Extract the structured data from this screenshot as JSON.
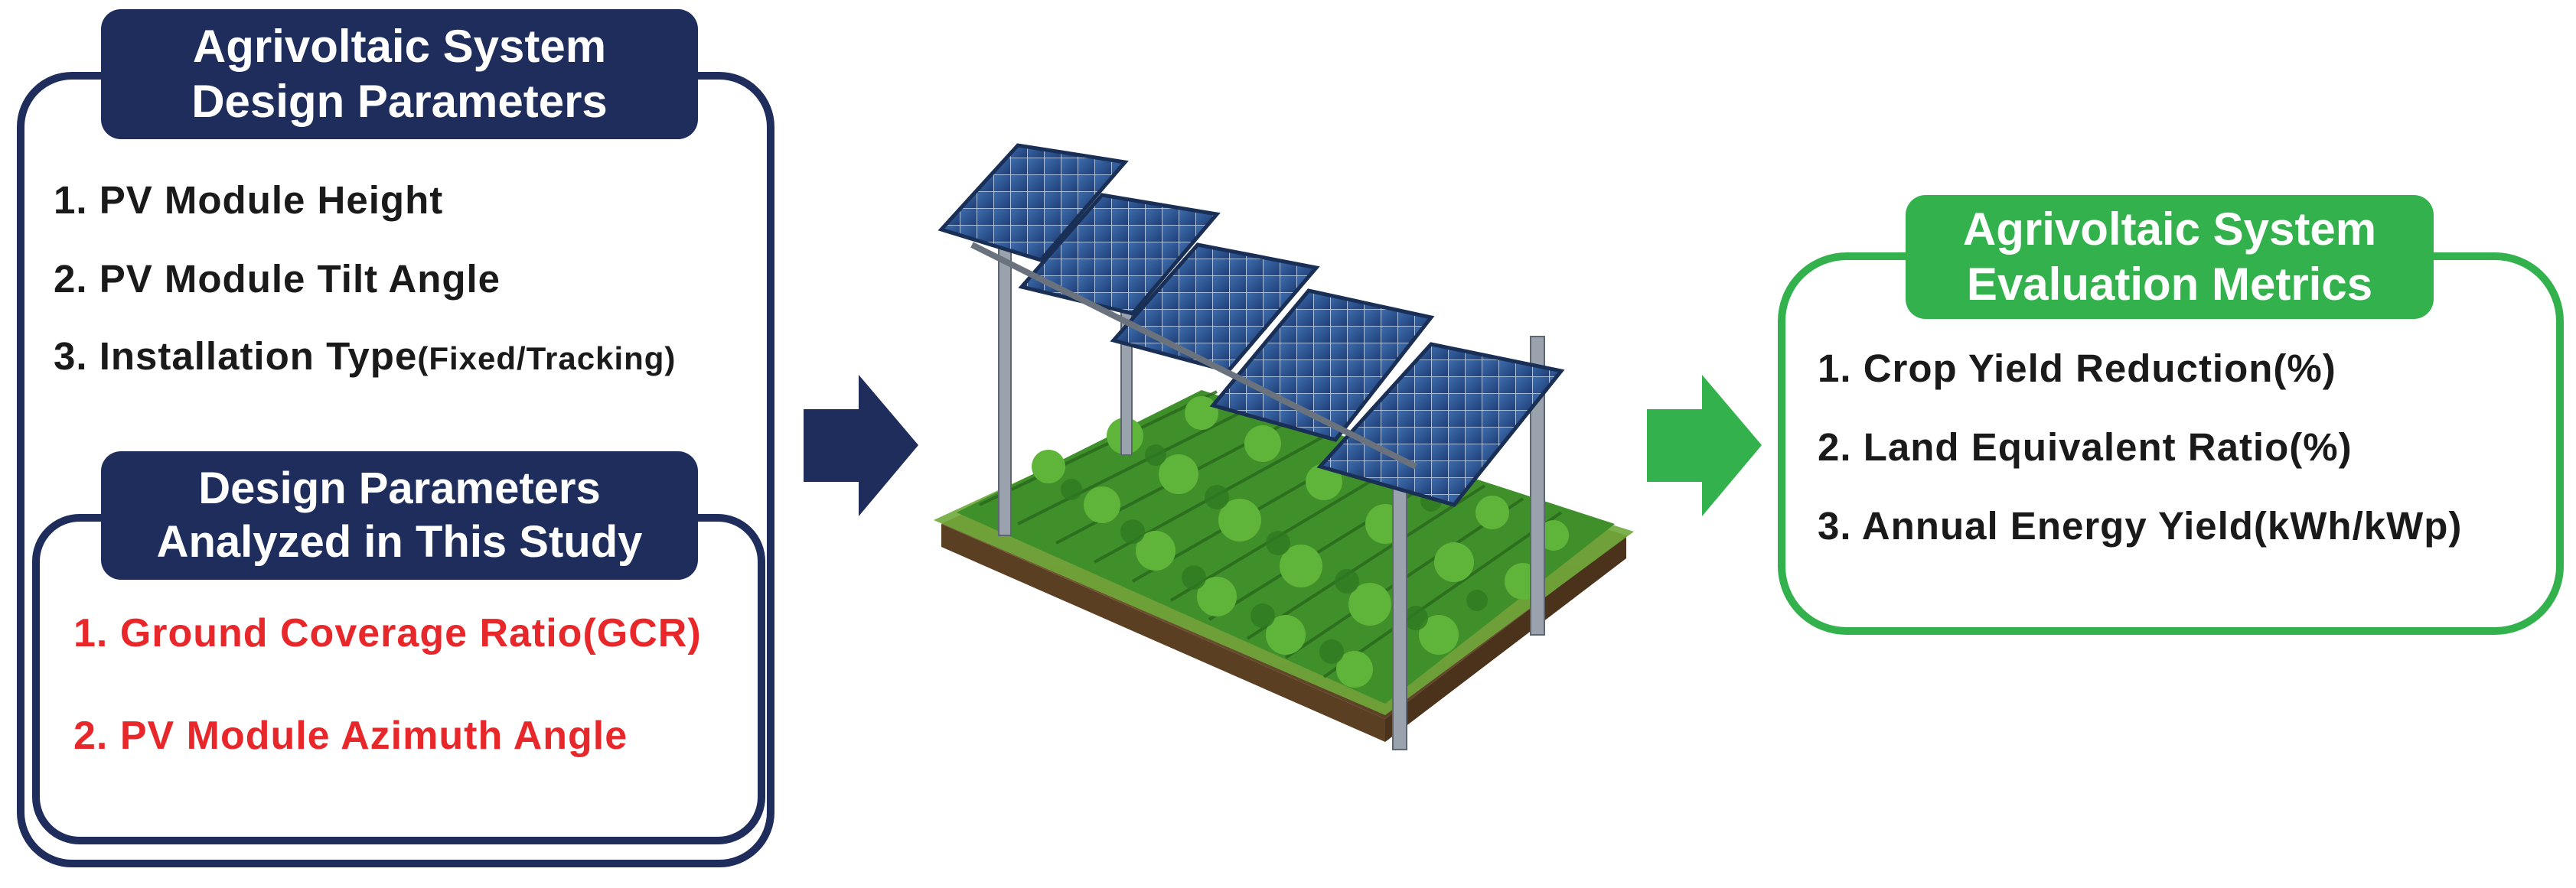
{
  "design_parameters": {
    "title_line1": "Agrivoltaic System",
    "title_line2": "Design Parameters",
    "items": [
      {
        "text": "1. PV Module Height",
        "suffix": ""
      },
      {
        "text": "2. PV Module Tilt Angle",
        "suffix": ""
      },
      {
        "text": "3. Installation Type",
        "suffix": "(Fixed/Tracking)"
      }
    ]
  },
  "study_parameters": {
    "title_line1": "Design Parameters",
    "title_line2": "Analyzed in This Study",
    "items": [
      "1. Ground Coverage Ratio(GCR)",
      "2. PV Module Azimuth Angle"
    ]
  },
  "evaluation_metrics": {
    "title_line1": "Agrivoltaic System",
    "title_line2": "Evaluation Metrics",
    "items": [
      "1. Crop Yield Reduction(%)",
      "2. Land Equivalent Ratio(%)",
      "3. Annual Energy Yield(kWh/kWp)"
    ]
  },
  "colors": {
    "navy": "#1f2d5c",
    "green": "#33b14c",
    "red": "#e8272b"
  },
  "illustration": {
    "icon": "agrivoltaic-solar-panels-over-crops-icon"
  }
}
